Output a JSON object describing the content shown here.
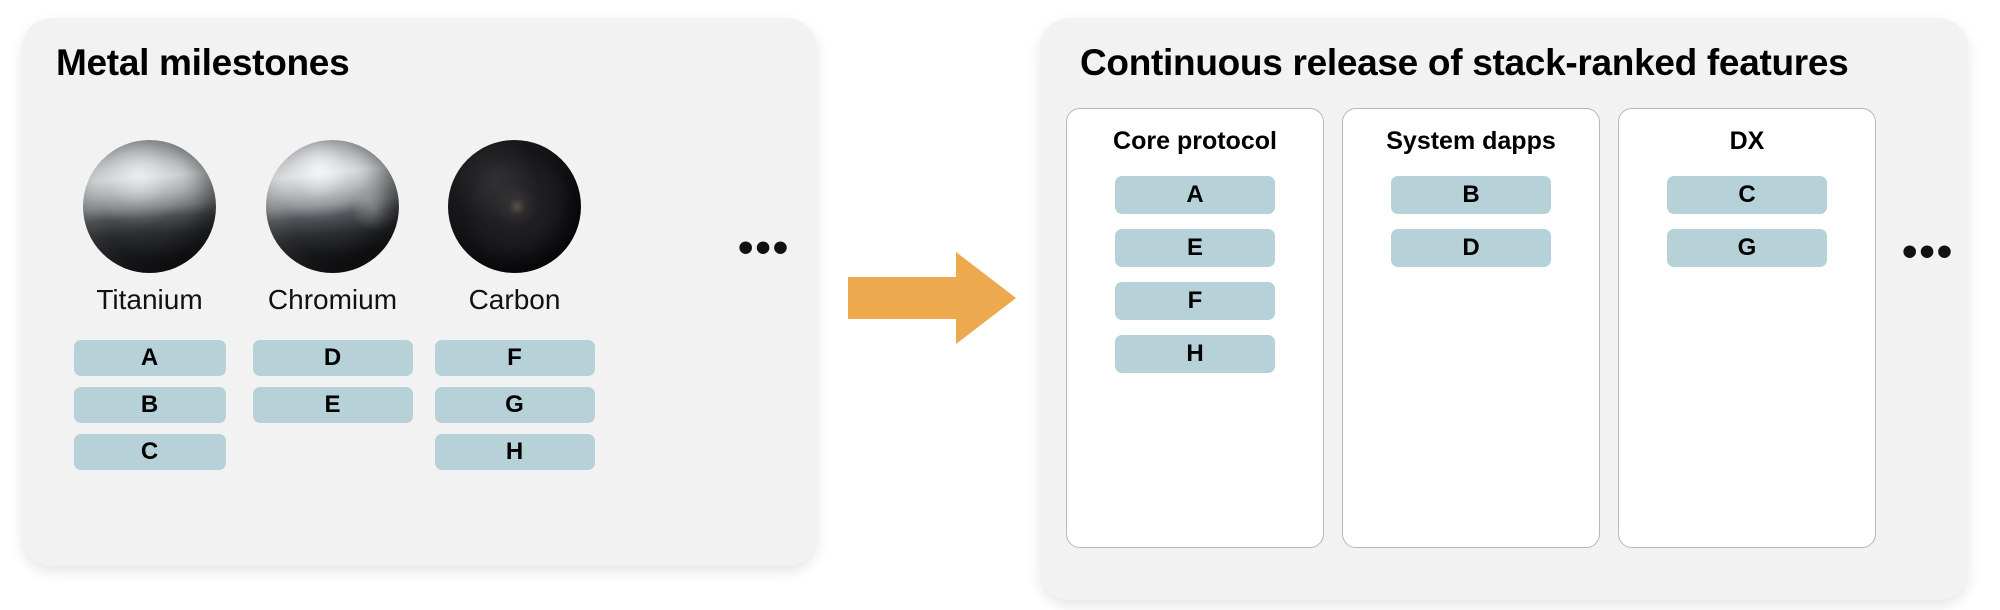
{
  "left_panel": {
    "title": "Metal milestones",
    "ellipsis": "•••",
    "metals": [
      {
        "name": "Titanium",
        "sphere": "titanium-sphere",
        "features": [
          "A",
          "B",
          "C"
        ]
      },
      {
        "name": "Chromium",
        "sphere": "chromium-sphere",
        "features": [
          "D",
          "E"
        ]
      },
      {
        "name": "Carbon",
        "sphere": "carbon-sphere",
        "features": [
          "F",
          "G",
          "H"
        ]
      }
    ]
  },
  "arrow": {
    "name": "right-arrow",
    "color": "#eda94e"
  },
  "right_panel": {
    "title": "Continuous release of stack-ranked features",
    "ellipsis": "•••",
    "groups": [
      {
        "title": "Core protocol",
        "features": [
          "A",
          "E",
          "F",
          "H"
        ]
      },
      {
        "title": "System dapps",
        "features": [
          "B",
          "D"
        ]
      },
      {
        "title": "DX",
        "features": [
          "C",
          "G"
        ]
      }
    ]
  },
  "colors": {
    "panel_background": "#f2f2f2",
    "badge_background": "#b6d2d8",
    "card_background": "#ffffff",
    "card_border": "#b8b8b8",
    "arrow": "#eda94e",
    "text": "#000000"
  }
}
